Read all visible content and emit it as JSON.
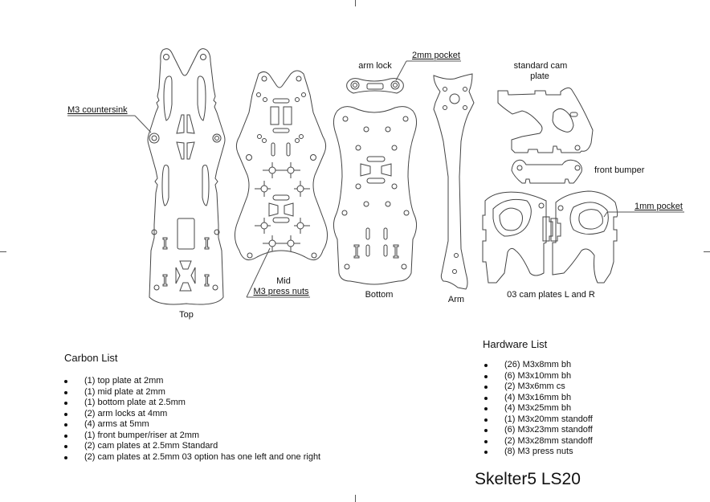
{
  "sheet": {
    "title": "Skelter5 LS20"
  },
  "parts": {
    "top": {
      "label": "Top",
      "callout": "M3 countersink"
    },
    "mid": {
      "label": "Mid",
      "callout": "M3 press nuts"
    },
    "arm_lock": {
      "label": "arm lock",
      "callout": "2mm pocket"
    },
    "bottom": {
      "label": "Bottom"
    },
    "arm": {
      "label": "Arm"
    },
    "standard_cam": {
      "label_line1": "standard cam",
      "label_line2": "plate"
    },
    "front_bumper": {
      "label": "front bumper"
    },
    "o3_cam": {
      "label": "03 cam plates L and R",
      "callout": "1mm pocket"
    }
  },
  "carbon_list": {
    "title": "Carbon List",
    "items": [
      "(1) top plate at 2mm",
      "(1) mid plate at 2mm",
      "(1) bottom plate at 2.5mm",
      "(2) arm locks at 4mm",
      "(4) arms at 5mm",
      "(1) front bumper/riser at 2mm",
      "(2) cam plates at 2.5mm Standard",
      "(2) cam plates at 2.5mm 03 option has one left and one right"
    ]
  },
  "hardware_list": {
    "title": "Hardware List",
    "items": [
      "(26) M3x8mm bh",
      "(6) M3x10mm bh",
      "(2) M3x6mm cs",
      "(4) M3x16mm bh",
      "(4) M3x25mm bh",
      "(1) M3x20mm standoff",
      "(6) M3x23mm standoff",
      "(2) M3x28mm standoff",
      "(8) M3 press nuts"
    ]
  },
  "colors": {
    "line": "#444444",
    "text": "#111111",
    "background": "#ffffff"
  }
}
